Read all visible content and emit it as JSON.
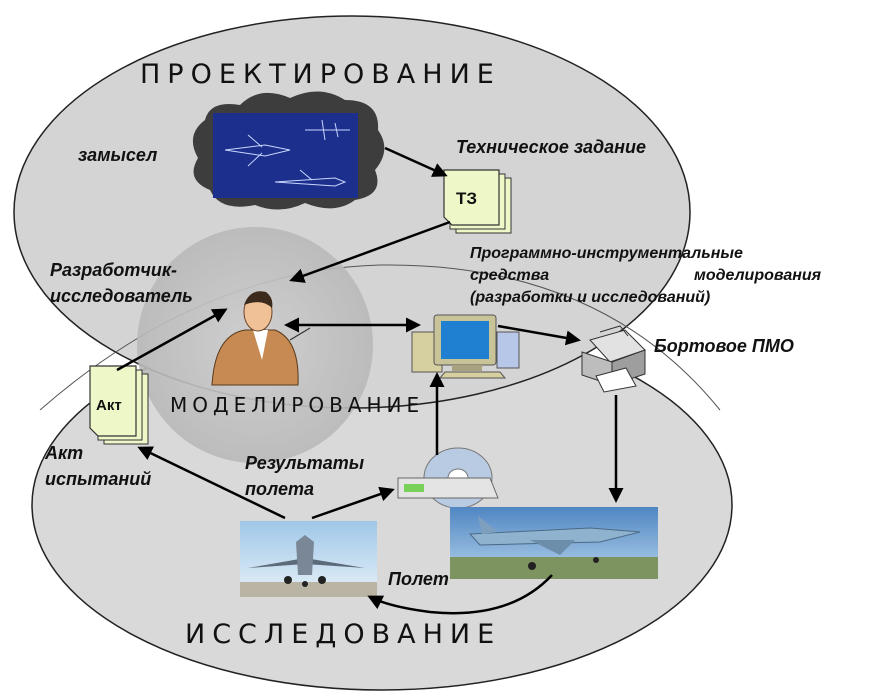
{
  "zones": {
    "design": "ПРОЕКТИРОВАНИЕ",
    "modeling": "МОДЕЛИРОВАНИЕ",
    "research": "ИССЛЕДОВАНИЕ"
  },
  "labels": {
    "idea": "замысел",
    "technical_task": "Техническое задание",
    "developer_line1": "Разработчик-",
    "developer_line2": "исследователь",
    "tools_line1": "Программно-инструментальные",
    "tools_line2a": "средства",
    "tools_line2b": "моделирования",
    "tools_line3": "(разработки и исследований)",
    "onboard_software": "Бортовое ПМО",
    "test_act_line1": "Акт",
    "test_act_line2": "испытаний",
    "flight_results_line1": "Результаты",
    "flight_results_line2": "полета",
    "flight": "Полет"
  },
  "documents": {
    "tz": "ТЗ",
    "act": "Акт"
  },
  "colors": {
    "ellipse_fill": "#d6d6d6",
    "modeling_circle": "#c8c8c8",
    "blueprint": "#1c2f8c",
    "document_green": "#eef7c8",
    "arrow": "#000000"
  }
}
